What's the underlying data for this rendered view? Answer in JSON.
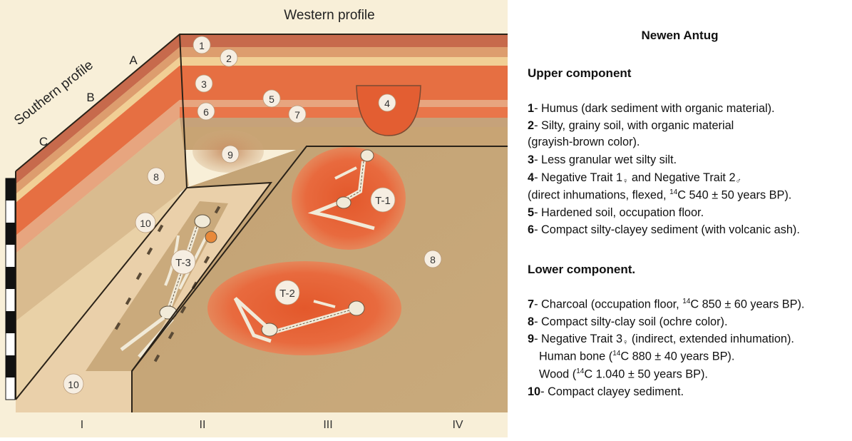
{
  "diagram": {
    "title": "Western profile",
    "side_label": "Southern profile",
    "rows": [
      "A",
      "B",
      "C"
    ],
    "columns": [
      "I",
      "II",
      "III",
      "IV"
    ],
    "layer_numbers": [
      "1",
      "2",
      "3",
      "4",
      "5",
      "6",
      "7",
      "8",
      "9",
      "10"
    ],
    "graves": [
      "T-1",
      "T-2",
      "T-3"
    ],
    "colors": {
      "background": "#f8efd8",
      "humus": "#c76a4c",
      "silty": "#ecc68f",
      "wet_silt": "#e4784a",
      "ochre": "#c9a777",
      "clayey": "#ecd1ad",
      "grave_halo": "#e8673c",
      "bone": "#f1ead8"
    }
  },
  "legend": {
    "title": "Newen Antug",
    "upper_heading": "Upper component",
    "lower_heading": "Lower component.",
    "items": {
      "i1": {
        "num": "1",
        "text": "- Humus (dark sediment with organic material)."
      },
      "i2": {
        "num": "2",
        "text": "- Silty, grainy soil, with organic material"
      },
      "i2b": "(grayish-brown color).",
      "i3": {
        "num": "3",
        "text": "- Less granular wet silty silt."
      },
      "i4": {
        "num": "4",
        "text": "- Negative Trait 1",
        "sex1": "♀",
        "mid": " and Negative Trait 2",
        "sex2": "♂"
      },
      "i4b": {
        "pre": "(direct inhumations, flexed, ",
        "sup": "14",
        "post": "C 540 ± 50 years BP)."
      },
      "i5": {
        "num": "5",
        "text": "- Hardened soil, occupation floor."
      },
      "i6": {
        "num": "6",
        "text": "- Compact silty-clayey sediment (with volcanic ash)."
      },
      "i7": {
        "num": "7",
        "text": "- Charcoal (occupation floor, ",
        "sup": "14",
        "post": "C 850 ± 60 years BP)."
      },
      "i8": {
        "num": "8",
        "text": "- Compact silty-clay soil (ochre color)."
      },
      "i9": {
        "num": "9",
        "text": "- Negative Trait 3",
        "sex": "♀",
        "post": " (indirect, extended inhumation)."
      },
      "i9b": {
        "pre": "Human bone (",
        "sup": "14",
        "post": "C 880 ± 40 years BP)."
      },
      "i9c": {
        "pre": "Wood (",
        "sup": "14",
        "post": "C 1.040 ± 50 years BP)."
      },
      "i10": {
        "num": "10",
        "text": "- Compact clayey sediment."
      }
    }
  }
}
